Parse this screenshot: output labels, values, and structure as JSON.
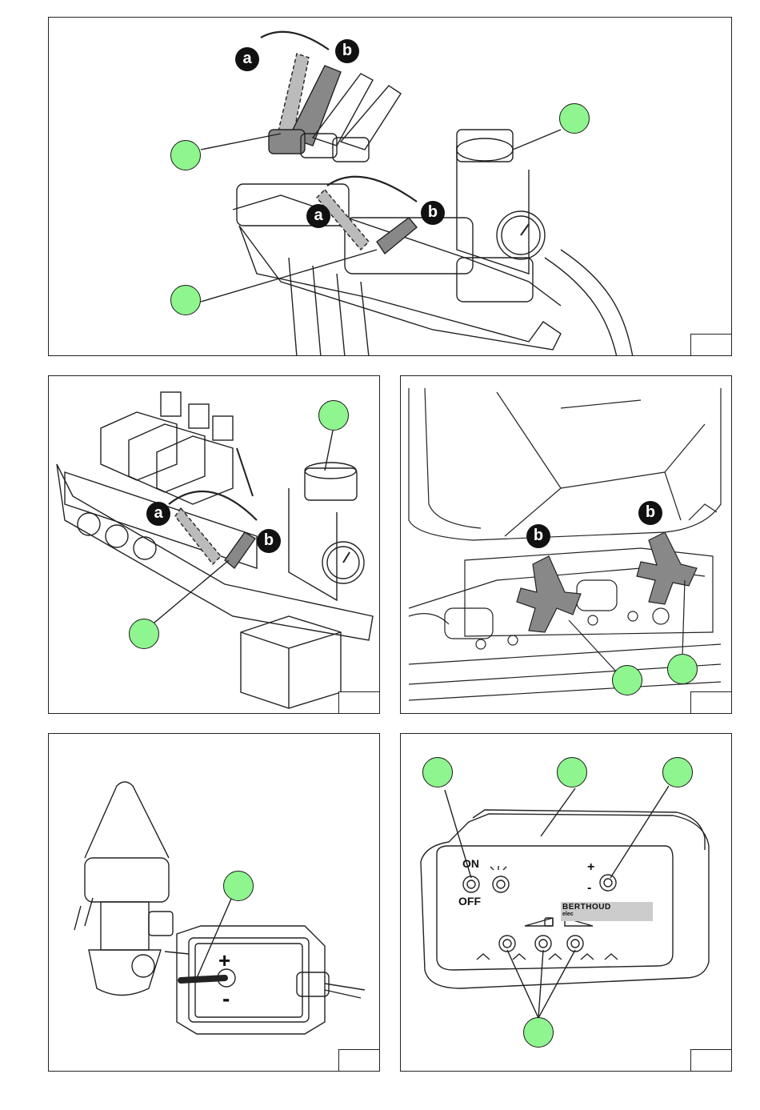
{
  "figures": [
    {
      "id": "fig-1",
      "callouts": 3,
      "position_labels": [
        "a",
        "b",
        "a",
        "b"
      ]
    },
    {
      "id": "fig-2",
      "callouts": 2,
      "position_labels": [
        "a",
        "b"
      ]
    },
    {
      "id": "fig-3",
      "callouts": 2,
      "position_labels": [
        "b",
        "b"
      ]
    },
    {
      "id": "fig-4",
      "callouts": 1,
      "switch_labels": {
        "plus": "+",
        "minus": "-"
      }
    },
    {
      "id": "fig-5",
      "callouts": 4,
      "switch_labels": {
        "on": "ON",
        "off": "OFF",
        "plus": "+",
        "minus": "-"
      },
      "brand": "BERTHOUD",
      "brand_sub": "elec"
    }
  ],
  "colors": {
    "callout_fill": "#8ff58f",
    "line": "#222222",
    "badge": "#111111"
  }
}
